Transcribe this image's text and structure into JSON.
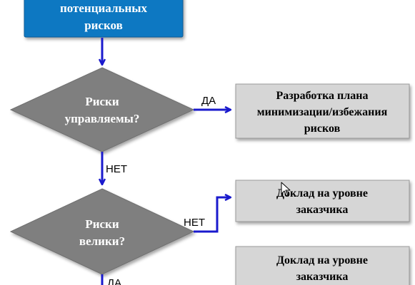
{
  "colors": {
    "top_box_fill": "#0a78c2",
    "top_box_text": "#ffffff",
    "diamond_fill": "#7f7f7f",
    "diamond_text": "#ffffff",
    "gray_box_fill": "#d6d6d6",
    "gray_box_border": "#9a9a9a",
    "gray_box_text": "#000000",
    "arrow": "#1a1acd"
  },
  "top_box": {
    "line1": "потенциальных",
    "line2": "рисков"
  },
  "decision1": {
    "line1": "Риски",
    "line2": "управляемы?"
  },
  "decision2": {
    "line1": "Риски",
    "line2": "велики?"
  },
  "box_plan": {
    "line1": "Разработка плана",
    "line2": "минимизации/избежания",
    "line3": "рисков"
  },
  "box_report1": {
    "line1": "Доклад на уровне",
    "line2": "заказчика"
  },
  "box_report2": {
    "line1": "Доклад на уровне",
    "line2": "заказчика"
  },
  "labels": {
    "yes1": "ДА",
    "no1": "НЕТ",
    "no2": "НЕТ",
    "yes2": "ДА"
  }
}
